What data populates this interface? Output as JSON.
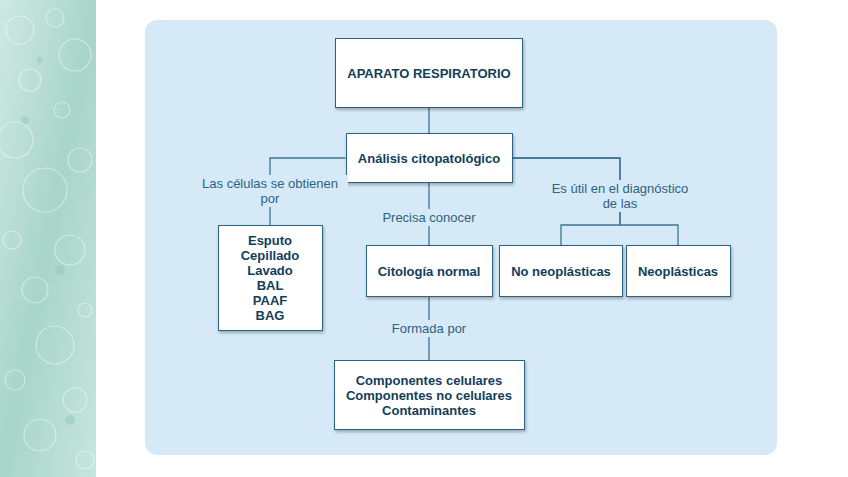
{
  "diagram": {
    "nodes": [
      {
        "text": [
          "APARATO RESPIRATORIO"
        ]
      },
      {
        "text": [
          "Análisis citopatológico"
        ]
      },
      {
        "text": [
          "Esputo",
          "Cepillado",
          "Lavado",
          "BAL",
          "PAAF",
          "BAG"
        ]
      },
      {
        "text": [
          "Citología normal"
        ]
      },
      {
        "text": [
          "No neoplásticas"
        ]
      },
      {
        "text": [
          "Neoplásticas"
        ]
      },
      {
        "text": [
          "Componentes celulares",
          "Componentes no celulares",
          "Contaminantes"
        ]
      }
    ],
    "edges": [
      {
        "from": 0,
        "to": 1,
        "arrow": "none"
      },
      {
        "from": 1,
        "to": 2,
        "label": "Las células se obtienen por",
        "arrow": "none"
      },
      {
        "from": 1,
        "to": 3,
        "label": "Precisa conocer",
        "arrow": "none"
      },
      {
        "from": 1,
        "to": 4,
        "label": "Es útil en el diagnóstico de las",
        "arrow": "none"
      },
      {
        "from": 1,
        "to": 5,
        "arrow": "none"
      },
      {
        "from": 3,
        "to": 6,
        "label": "Formada por",
        "arrow": "none"
      }
    ]
  }
}
